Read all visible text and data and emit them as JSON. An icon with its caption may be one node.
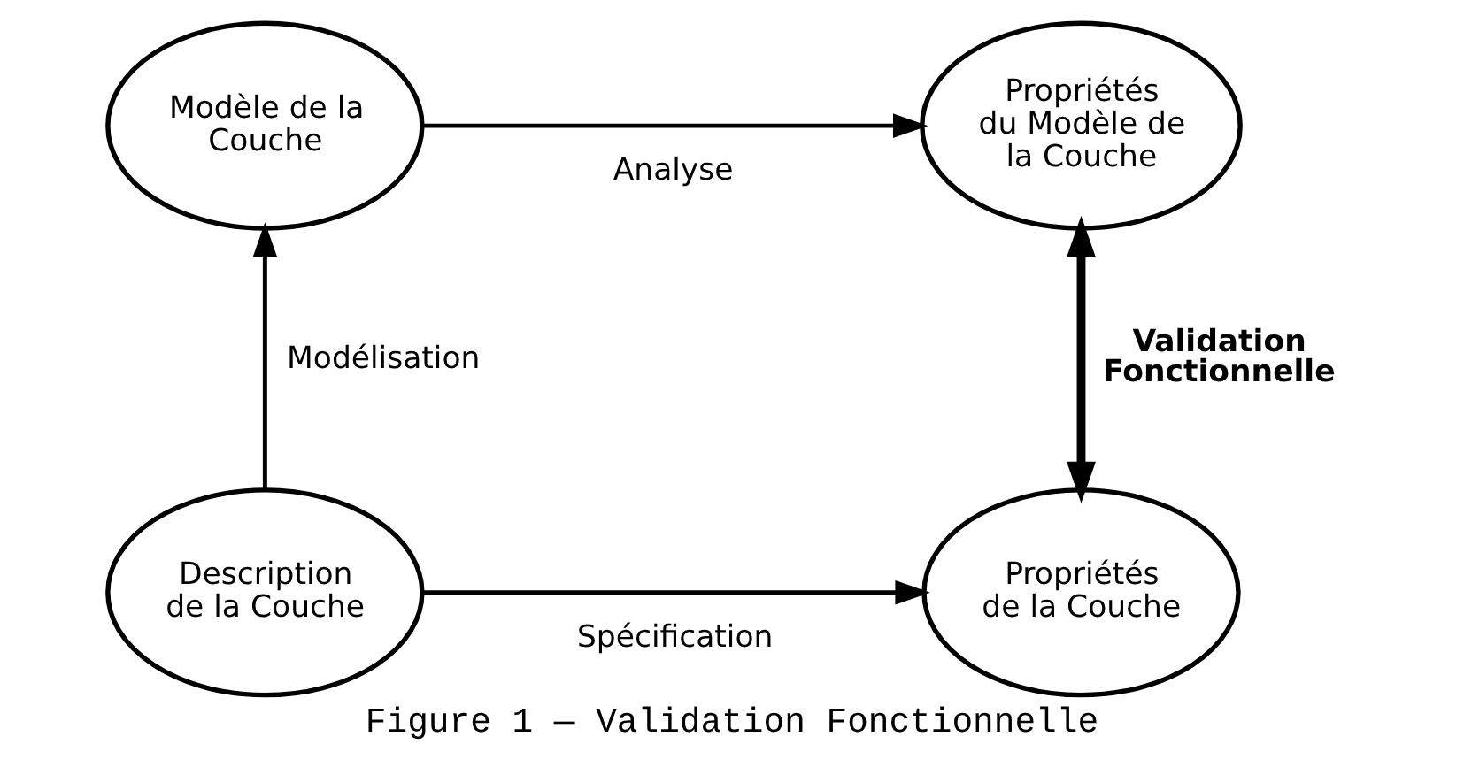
{
  "diagram": {
    "caption": "Figure 1 — Validation Fonctionnelle",
    "nodes": [
      {
        "text": [
          "Modèle de la Couche"
        ]
      },
      {
        "text": [
          "Propriétés du Modèle de la Couche"
        ]
      },
      {
        "text": [
          "Description de la Couche"
        ]
      },
      {
        "text": [
          "Propriétés de la Couche"
        ]
      }
    ],
    "edges": [
      {
        "from": 0,
        "to": 1,
        "arrow": "to",
        "label": "Analyse"
      },
      {
        "from": 2,
        "to": 0,
        "arrow": "to",
        "label": "Modélisation"
      },
      {
        "from": 3,
        "to": 1,
        "arrow": "both",
        "label": "Validation Fonctionnelle",
        "style": "thick"
      },
      {
        "from": 2,
        "to": 3,
        "arrow": "to",
        "label": "Spécification"
      }
    ]
  }
}
